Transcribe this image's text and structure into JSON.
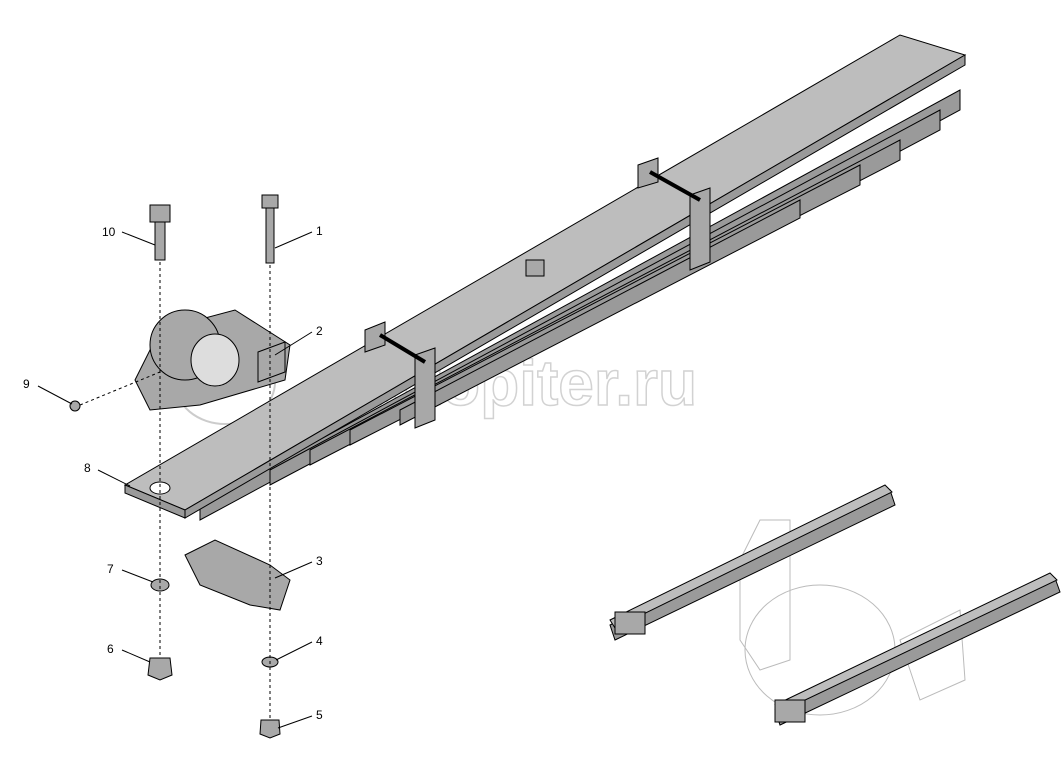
{
  "watermark": "autopiter.ru",
  "callouts": [
    {
      "number": "1",
      "part": "bolt"
    },
    {
      "number": "2",
      "part": "bracket"
    },
    {
      "number": "3",
      "part": "clamp-pad"
    },
    {
      "number": "4",
      "part": "washer"
    },
    {
      "number": "5",
      "part": "nut"
    },
    {
      "number": "6",
      "part": "nut"
    },
    {
      "number": "7",
      "part": "washer"
    },
    {
      "number": "8",
      "part": "leaf-spring"
    },
    {
      "number": "9",
      "part": "grease-fitting"
    },
    {
      "number": "10",
      "part": "bolt"
    }
  ]
}
